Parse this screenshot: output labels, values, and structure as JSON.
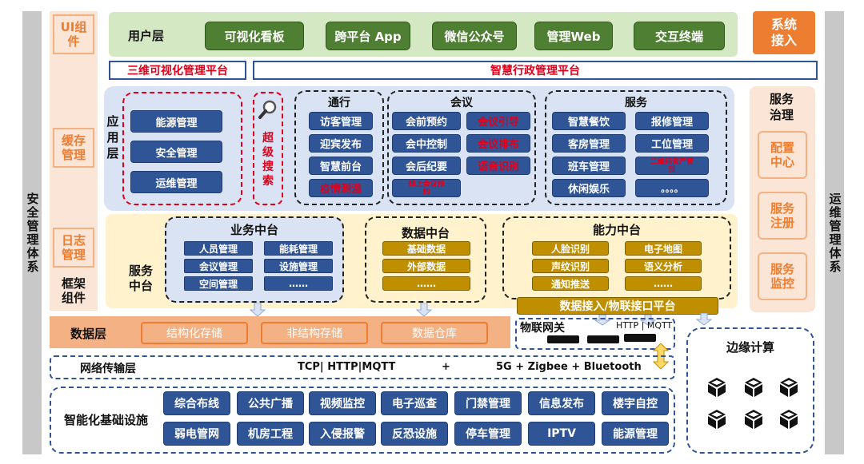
{
  "left_rail": "安全管理体系",
  "right_rail": "运维管理体系",
  "left_col": {
    "ui": "UI组件",
    "cache": "缓存管理",
    "log": "日志管理",
    "frame": "框架组件"
  },
  "system_access": "系统接入",
  "user_layer": {
    "label": "用户层",
    "items": [
      "可视化看板",
      "跨平台 App",
      "微信公众号",
      "管理Web",
      "交互终端"
    ]
  },
  "platforms": {
    "p3d": "三维可视化管理平台",
    "admin": "智慧行政管理平台"
  },
  "app_layer": {
    "label": "应用层",
    "left_items": [
      "能源管理",
      "安全管理",
      "运维管理"
    ],
    "search": "超级搜索",
    "traffic": {
      "title": "通行",
      "items": [
        "访客管理",
        "迎宾发布",
        "智慧前台",
        "疫情测温"
      ]
    },
    "meeting": {
      "title": "会议",
      "left": [
        "会前预约",
        "会中控制",
        "会后纪要",
        "线上会议预约"
      ],
      "right": [
        "会议引导",
        "会议排布",
        "语音识别"
      ]
    },
    "service": {
      "title": "服务",
      "left": [
        "智慧餐饮",
        "客房管理",
        "班车管理",
        "休闲娱乐"
      ],
      "right": [
        "报修管理",
        "工位管理",
        "二维码资产管理",
        "。。。。"
      ]
    }
  },
  "service_gov": {
    "title": "服务治理",
    "items": [
      "配置中心",
      "服务注册",
      "服务监控"
    ]
  },
  "middle": {
    "label": "服务中台",
    "business": {
      "title": "业务中台",
      "items": [
        "人员管理",
        "能耗管理",
        "会议管理",
        "设施管理",
        "空间管理",
        "……"
      ]
    },
    "data": {
      "title": "数据中台",
      "items": [
        "基础数据",
        "外部数据",
        "……"
      ]
    },
    "ability": {
      "title": "能力中台",
      "items": [
        "人脸识别",
        "电子地图",
        "声纹识别",
        "语义分析",
        "通知推送",
        "……"
      ]
    },
    "access": "数据接入/物联接口平台"
  },
  "data_layer": {
    "label": "数据层",
    "items": [
      "结构化存储",
      "非结构存储",
      "数据仓库"
    ]
  },
  "iot": {
    "gateway": "物联网关",
    "protocol": "HTTP | MQTT"
  },
  "network": {
    "label": "网络传输层",
    "protocols": "TCP| HTTP|MQTT",
    "plus": "+",
    "wireless": "5G + Zigbee + Bluetooth"
  },
  "infra": {
    "label": "智能化基础设施",
    "row1": [
      "综合布线",
      "公共广播",
      "视频监控",
      "电子巡查",
      "门禁管理",
      "信息发布",
      "楼宇自控"
    ],
    "row2": [
      "弱电管网",
      "机房工程",
      "入侵报警",
      "反恐设施",
      "停车管理",
      "IPTV",
      "能源管理"
    ]
  },
  "edge": "边缘计算",
  "colors": {
    "blue": "#2f5597",
    "green": "#4f7f32",
    "gold": "#bf8f00",
    "orange": "#ed7d31",
    "red": "#e0001b"
  }
}
